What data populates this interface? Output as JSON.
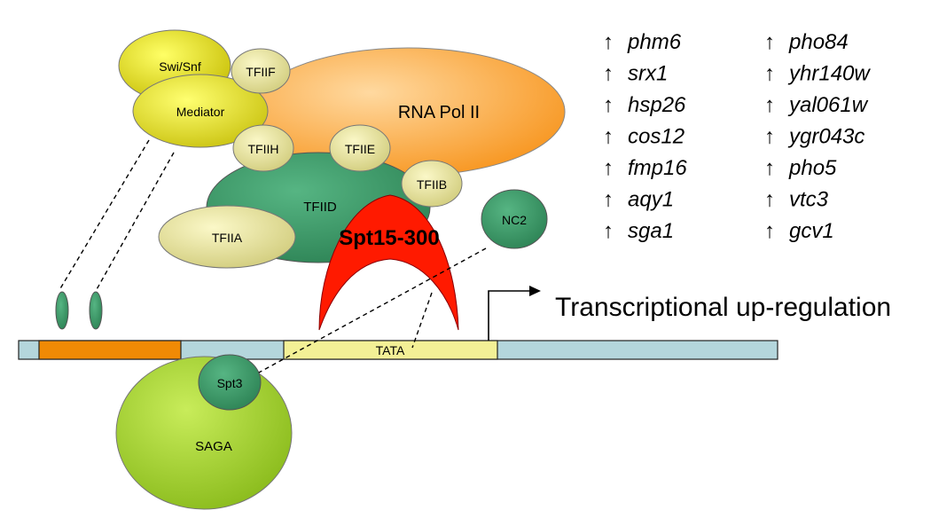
{
  "labels": {
    "swi_snf": "Swi/Snf",
    "tfiif": "TFIIF",
    "mediator": "Mediator",
    "rna_pol_ii": "RNA Pol II",
    "tfiih": "TFIIH",
    "tfiie": "TFIIE",
    "tfiib": "TFIIB",
    "tfiid": "TFIID",
    "tfiia": "TFIIA",
    "nc2": "NC2",
    "spt15": "Spt15-300",
    "tata": "TATA",
    "spt3": "Spt3",
    "saga": "SAGA",
    "transcription": "Transcriptional up-regulation"
  },
  "genes": {
    "left": [
      "phm6",
      "srx1",
      "hsp26",
      "cos12",
      "fmp16",
      "aqy1",
      "sga1"
    ],
    "right": [
      "pho84",
      "yhr140w",
      "yal061w",
      "ygr043c",
      "pho5",
      "vtc3",
      "gcv1"
    ]
  },
  "arrow_glyph": "↑",
  "colors": {
    "swi_snf": "#cfcf10",
    "mediator": "#d9d81a",
    "tfiif": "#e4e39c",
    "rna_pol_ii": "#f7a23c",
    "general_tf": "#dfdc9a",
    "tfiid": "#3f9a6a",
    "nc2": "#3f9a6a",
    "spt15": "#ff1a00",
    "dna": "#b4d6dc",
    "upstream_element": "#f08a05",
    "tata_box": "#f3f096",
    "saga": "#9ccc2c",
    "spt3": "#3f9a6a"
  }
}
